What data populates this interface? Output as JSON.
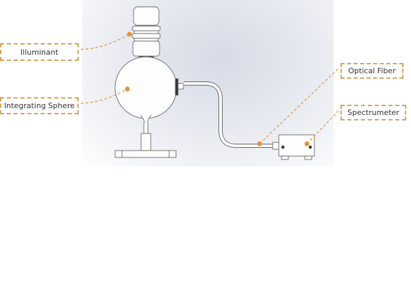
{
  "labels": {
    "illuminant": "Illuminant",
    "integrating_sphere": "Integrating Sphere",
    "optical_fiber": "Optical Fiber",
    "spectrometer": "Spectrumeter"
  },
  "colors": {
    "accent": "#e8913a",
    "box_border": "#d9a35a",
    "line": "#555555"
  }
}
